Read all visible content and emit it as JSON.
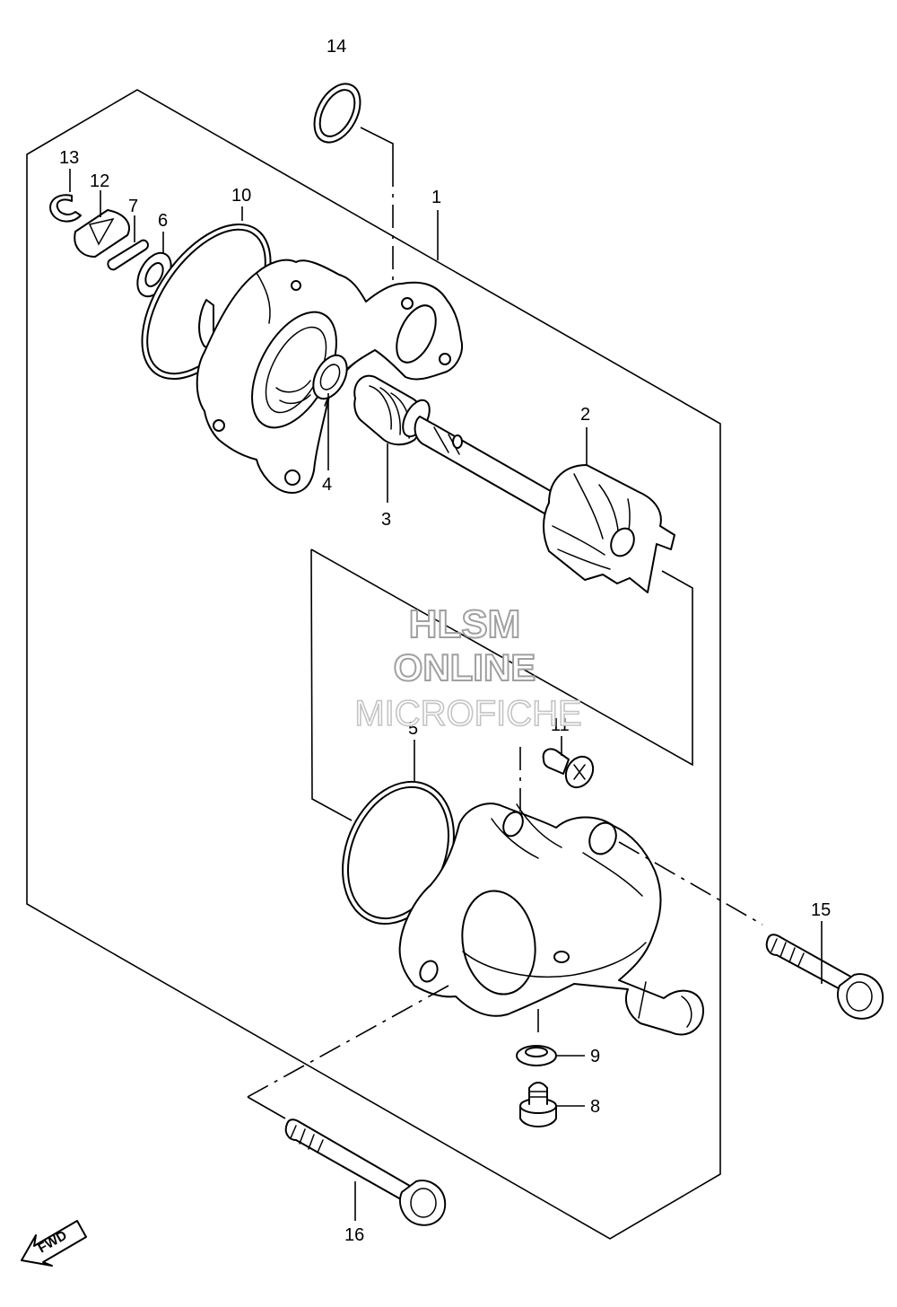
{
  "watermark": {
    "line1": "HLSM",
    "line2": "ONLINE",
    "line3": "MICROFICHE"
  },
  "direction_badge": "FWD",
  "callouts": [
    "1",
    "2",
    "3",
    "4",
    "5",
    "6",
    "7",
    "8",
    "9",
    "10",
    "11",
    "12",
    "13",
    "14",
    "15",
    "16"
  ],
  "colors": {
    "line": "#000000",
    "background": "#ffffff",
    "watermark_outline": "#a0a0a0"
  }
}
